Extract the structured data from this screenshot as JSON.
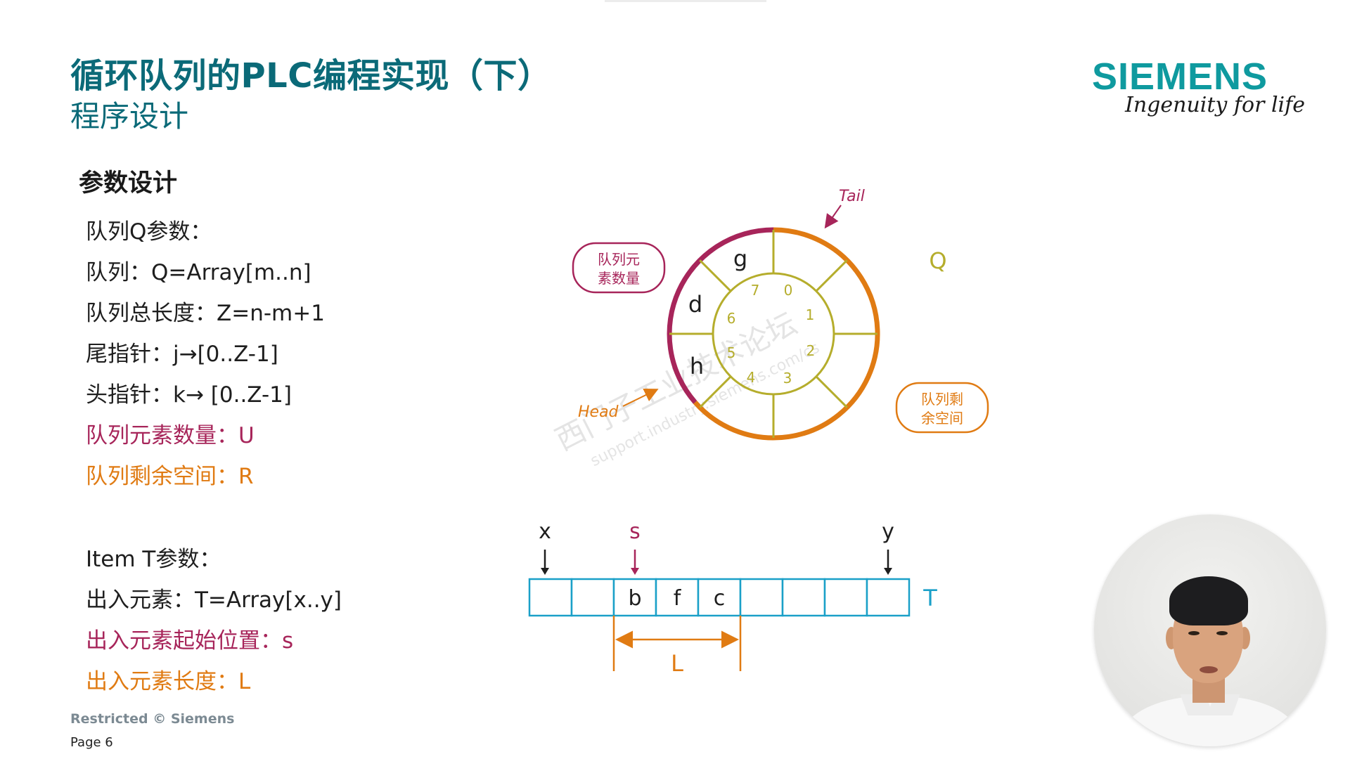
{
  "header": {
    "title": "循环队列的PLC编程实现（下）",
    "subtitle": "程序设计"
  },
  "brand": {
    "name": "SIEMENS",
    "tagline": "Ingenuity for life",
    "color": "#0f9a9f"
  },
  "section": {
    "heading": "参数设计"
  },
  "queue_params": {
    "header": "队列Q参数：",
    "lines": [
      "队列：Q=Array[m..n]",
      "队列总长度：Z=n-m+1",
      "尾指针：j→[0..Z-1]",
      "头指针：k→ [0..Z-1]"
    ],
    "count_line": "队列元素数量：U",
    "space_line": "队列剩余空间：R"
  },
  "item_params": {
    "header": "Item T参数：",
    "array_line": "出入元素：T=Array[x..y]",
    "start_line": "出入元素起始位置：s",
    "length_line": "出入元素长度：L"
  },
  "ring_diagram": {
    "queue_name": "Q",
    "tail_label": "Tail",
    "head_label": "Head",
    "count_box": [
      "队列元",
      "素数量"
    ],
    "space_box": [
      "队列剩",
      "余空间"
    ],
    "slot_numbers": [
      "0",
      "1",
      "2",
      "3",
      "4",
      "5",
      "6",
      "7"
    ],
    "elements": [
      "g",
      "d",
      "h"
    ],
    "watermark": [
      "西门子工业技术论坛",
      "support.industry.siemens.com/cs"
    ]
  },
  "array_diagram": {
    "array_name": "T",
    "markers": [
      "x",
      "s",
      "y"
    ],
    "cells": [
      "",
      "",
      "b",
      "f",
      "c",
      "",
      "",
      "",
      ""
    ],
    "length_label": "L"
  },
  "colors": {
    "teal": "#0b6a78",
    "magenta": "#a7255a",
    "orange": "#e07b13",
    "olive": "#b5ad2c",
    "blue": "#1aa0c8"
  },
  "footer": {
    "restricted": "Restricted © Siemens",
    "page": "Page 6"
  }
}
